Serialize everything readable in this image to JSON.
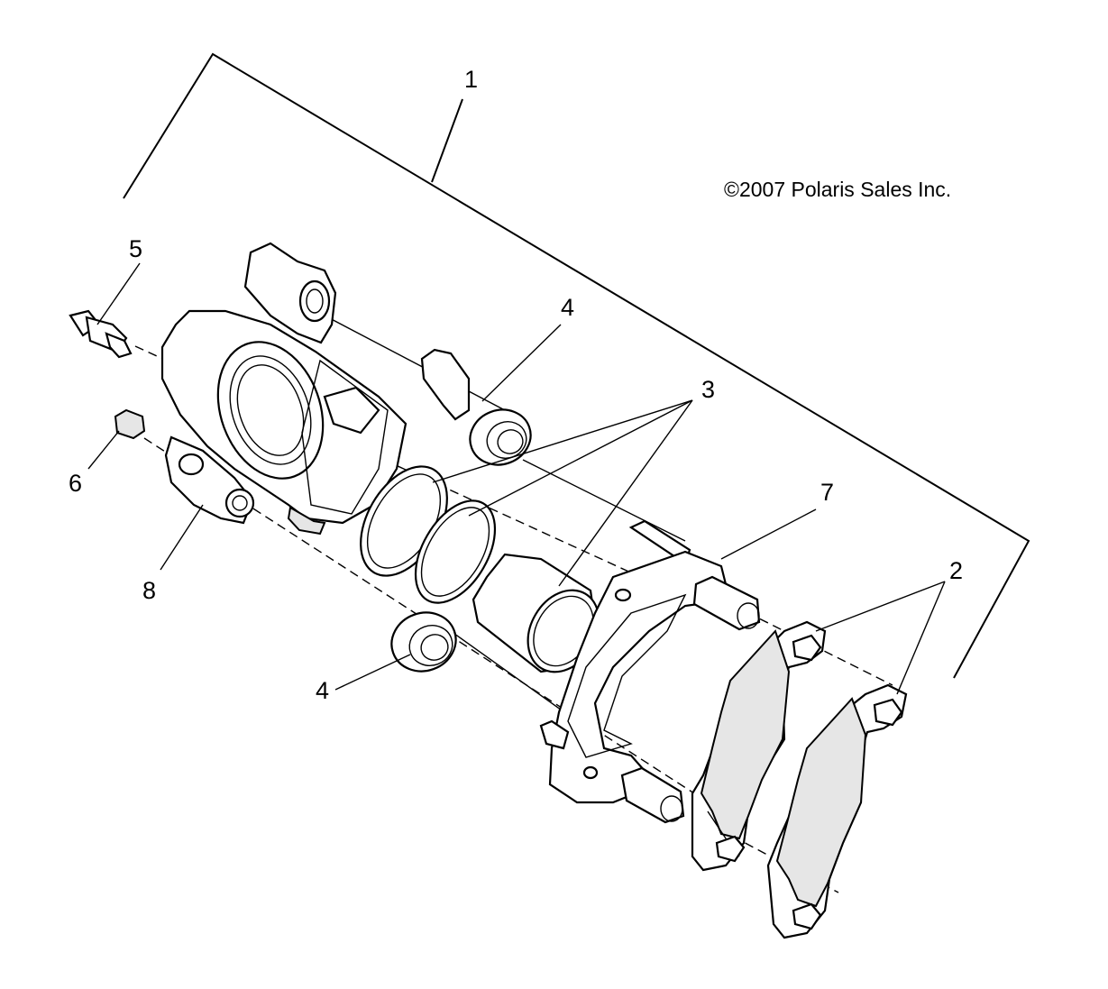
{
  "copyright": "©2007 Polaris Sales Inc.",
  "callouts": {
    "c1": "1",
    "c2": "2",
    "c3": "3",
    "c4a": "4",
    "c4b": "4",
    "c5": "5",
    "c6": "6",
    "c7": "7",
    "c8": "8"
  }
}
